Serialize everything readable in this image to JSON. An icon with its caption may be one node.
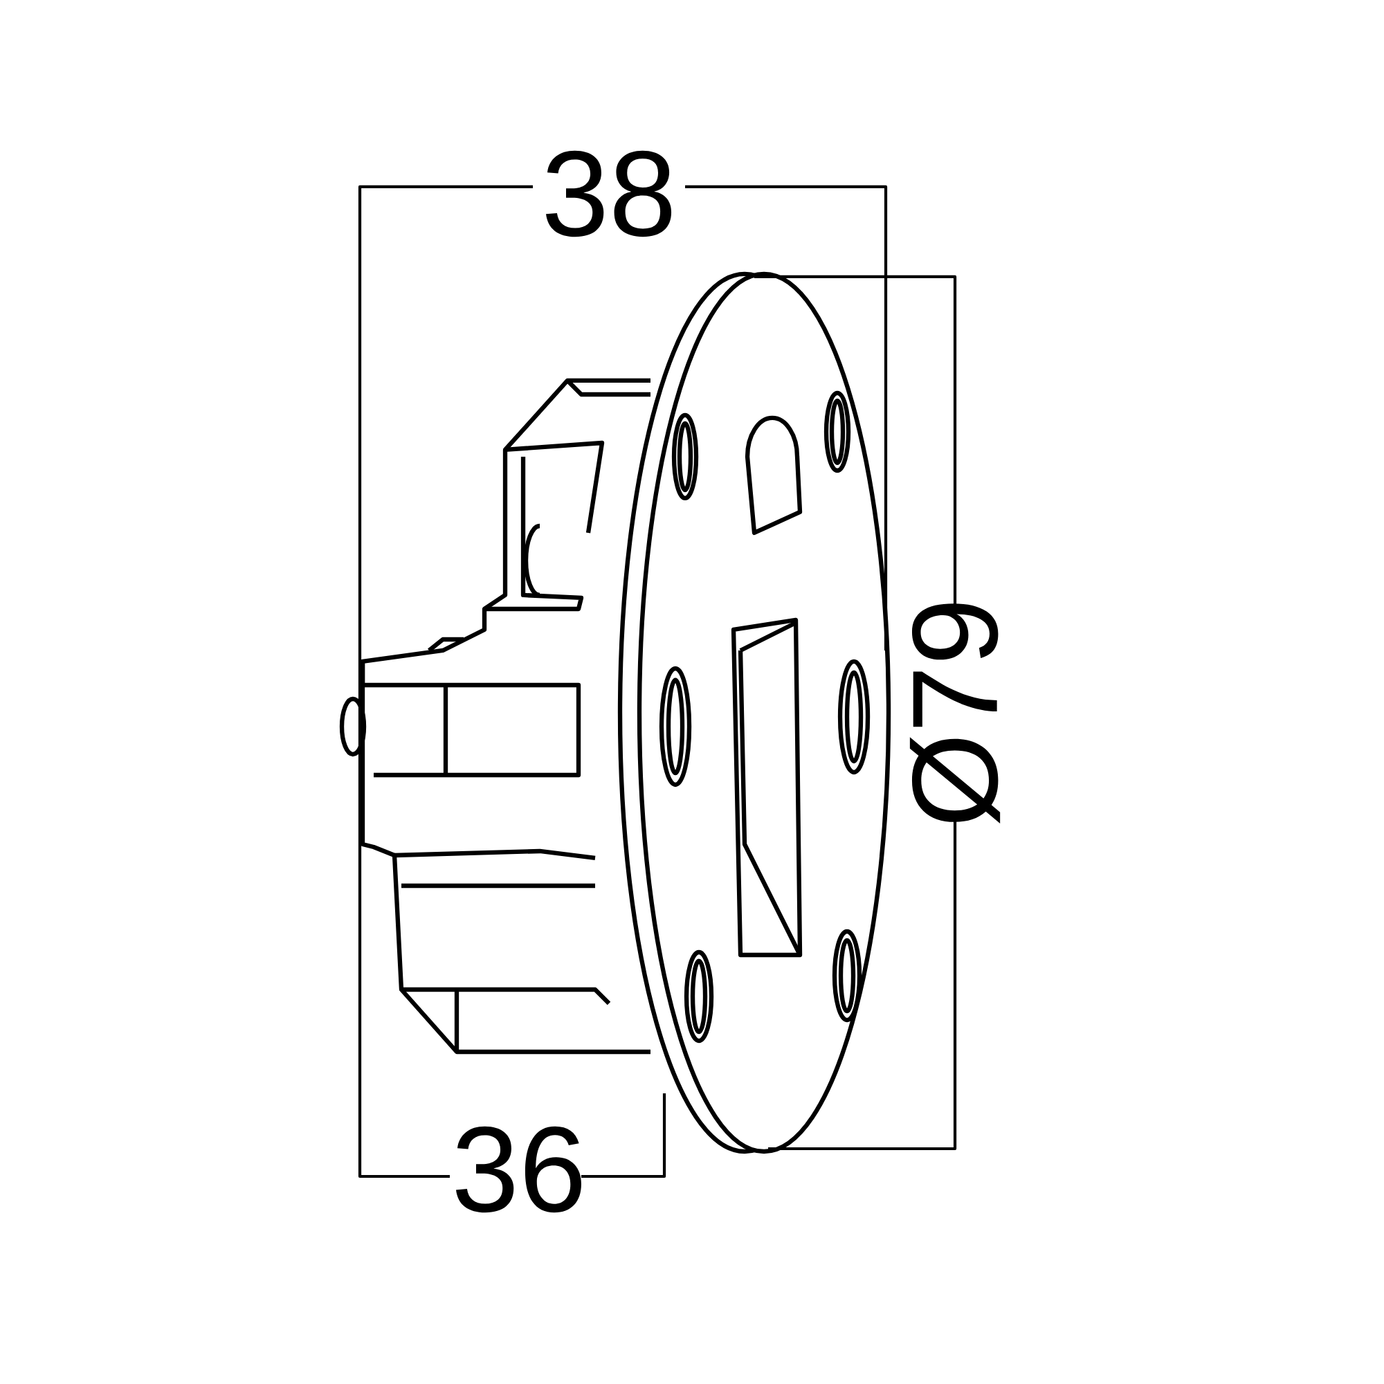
{
  "diagram": {
    "labels": [
      "38",
      "Ø79",
      "36"
    ]
  }
}
